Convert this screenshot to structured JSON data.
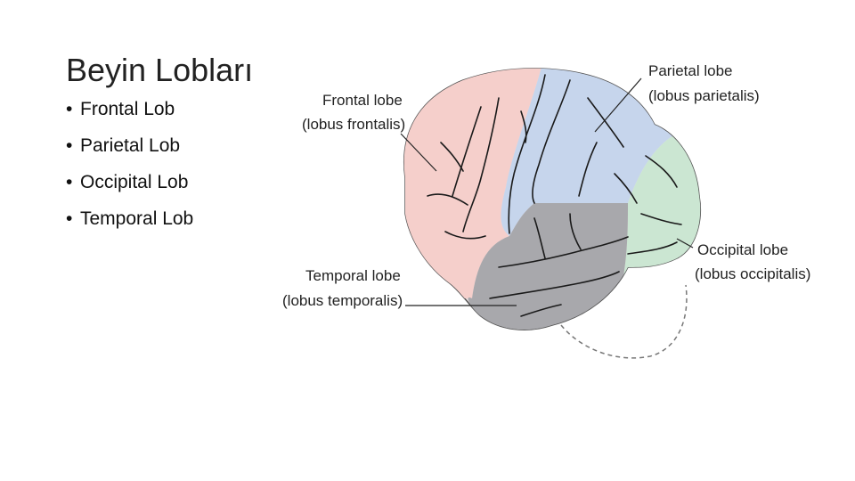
{
  "slide": {
    "title": "Beyin Lobları",
    "bullets": [
      "Frontal Lob",
      "Parietal Lob",
      "Occipital Lob",
      "Temporal Lob"
    ]
  },
  "diagram": {
    "labels": {
      "frontal_1": "Frontal lobe",
      "frontal_2": "(lobus frontalis)",
      "parietal_1": "Parietal lobe",
      "parietal_2": "(lobus parietalis)",
      "occipital_1": "Occipital lobe",
      "occipital_2": "(lobus occipitalis)",
      "temporal_1": "Temporal lobe",
      "temporal_2": "(lobus temporalis)"
    },
    "colors": {
      "frontal": "#f5cfcb",
      "parietal": "#c6d5ec",
      "occipital": "#cbe6d2",
      "temporal": "#a8a8ac"
    }
  }
}
